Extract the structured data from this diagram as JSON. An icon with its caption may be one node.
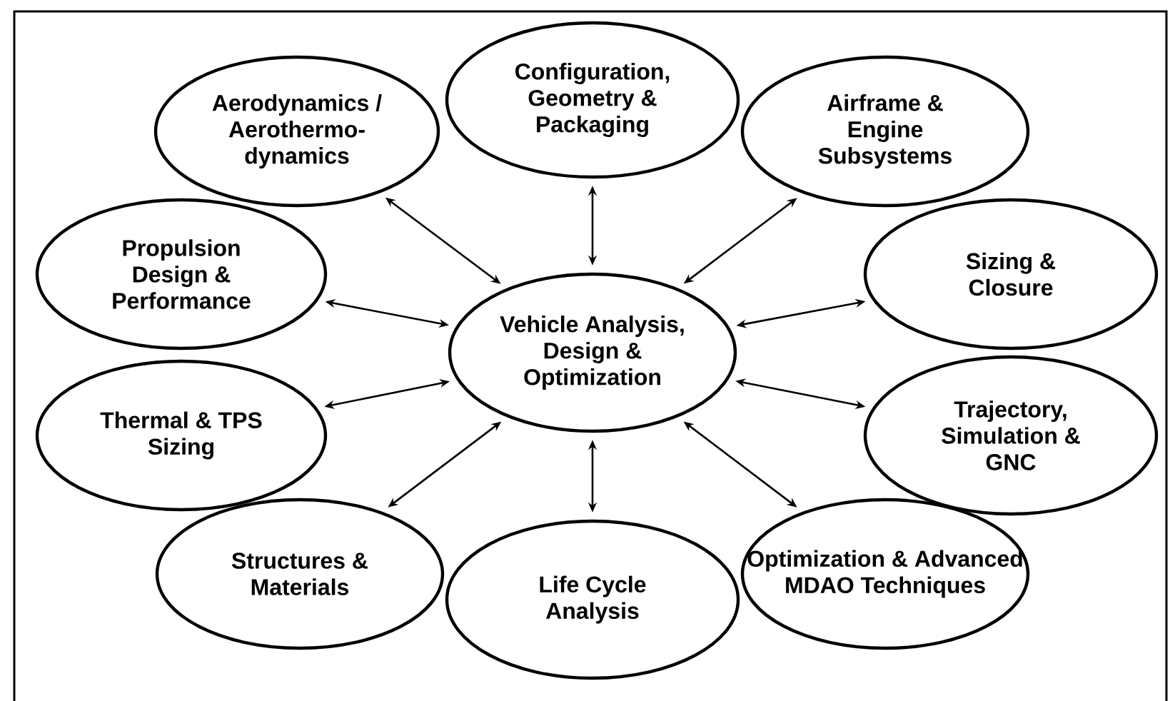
{
  "diagram": {
    "nodes": [
      {
        "text": [
          "Aerodynamics / Aerothermo-dynamics"
        ]
      },
      {
        "text": [
          "Configuration, Geometry & Packaging"
        ]
      },
      {
        "text": [
          "Airframe & Engine Subsystems"
        ]
      },
      {
        "text": [
          "Propulsion Design & Performance"
        ]
      },
      {
        "text": [
          "Vehicle Analysis, Design & Optimization"
        ]
      },
      {
        "text": [
          "Sizing & Closure"
        ]
      },
      {
        "text": [
          "Thermal & TPS Sizing"
        ]
      },
      {
        "text": [
          "Trajectory, Simulation & GNC"
        ]
      },
      {
        "text": [
          "Structures & Materials"
        ]
      },
      {
        "text": [
          "Life Cycle Analysis"
        ]
      },
      {
        "text": [
          "Optimization & Advanced MDAO Techniques"
        ]
      }
    ],
    "edges": [
      {
        "from": 4,
        "to": 0,
        "arrow": "both"
      },
      {
        "from": 4,
        "to": 1,
        "arrow": "both"
      },
      {
        "from": 4,
        "to": 2,
        "arrow": "both"
      },
      {
        "from": 4,
        "to": 3,
        "arrow": "both"
      },
      {
        "from": 4,
        "to": 5,
        "arrow": "both"
      },
      {
        "from": 4,
        "to": 6,
        "arrow": "both"
      },
      {
        "from": 4,
        "to": 7,
        "arrow": "both"
      },
      {
        "from": 4,
        "to": 8,
        "arrow": "both"
      },
      {
        "from": 4,
        "to": 9,
        "arrow": "both"
      },
      {
        "from": 4,
        "to": 10,
        "arrow": "both"
      }
    ]
  }
}
